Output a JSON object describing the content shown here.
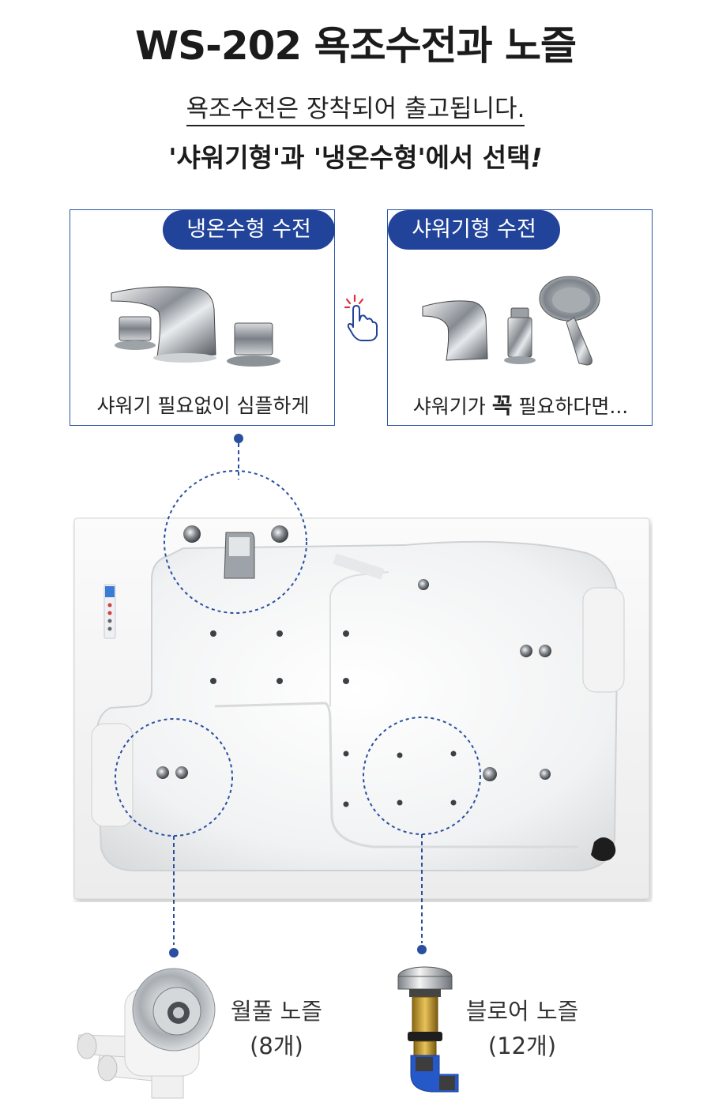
{
  "header": {
    "title": "WS-202 욕조수전과 노즐",
    "subtitle_underlined": "욕조수전은 장착되어 출고됩니다.",
    "subtitle_choice": "'샤워기형'과 '냉온수형'에서 선택",
    "subtitle_choice_mark": "!"
  },
  "cards": {
    "hot_cold": {
      "tag": "냉온수형 수전",
      "caption": "샤워기 필요없이 심플하게"
    },
    "shower": {
      "tag": "샤워기형 수전",
      "caption_before": "샤워기가 ",
      "caption_emphasis": "꼭",
      "caption_after": " 필요하다면..."
    }
  },
  "nozzles": {
    "whirlpool": {
      "name": "월풀 노즐",
      "count": "(8개)"
    },
    "blower": {
      "name": "블로어 노즐",
      "count": "(12개)"
    }
  },
  "colors": {
    "accent_blue": "#21449a",
    "card_border": "#2a56a8",
    "click_red": "#e0303a",
    "dotted_blue": "#2a4fa0"
  }
}
